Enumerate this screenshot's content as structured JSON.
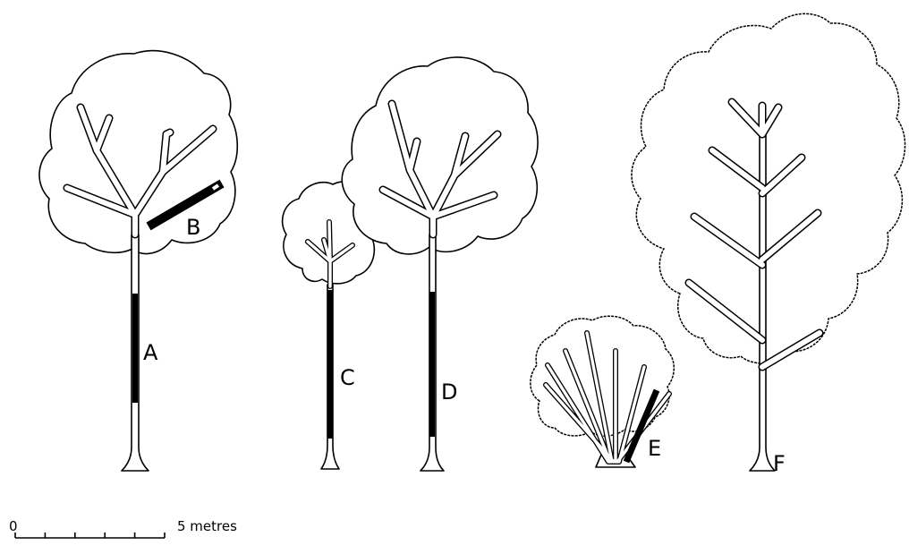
{
  "labels": {
    "a": "A",
    "b": "B",
    "c": "C",
    "d": "D",
    "e": "E",
    "f": "F"
  },
  "scale_bar": {
    "start": "0",
    "end": "5 metres",
    "divisions": 5
  },
  "colors": {
    "ink": "#000000",
    "paper": "#ffffff"
  }
}
